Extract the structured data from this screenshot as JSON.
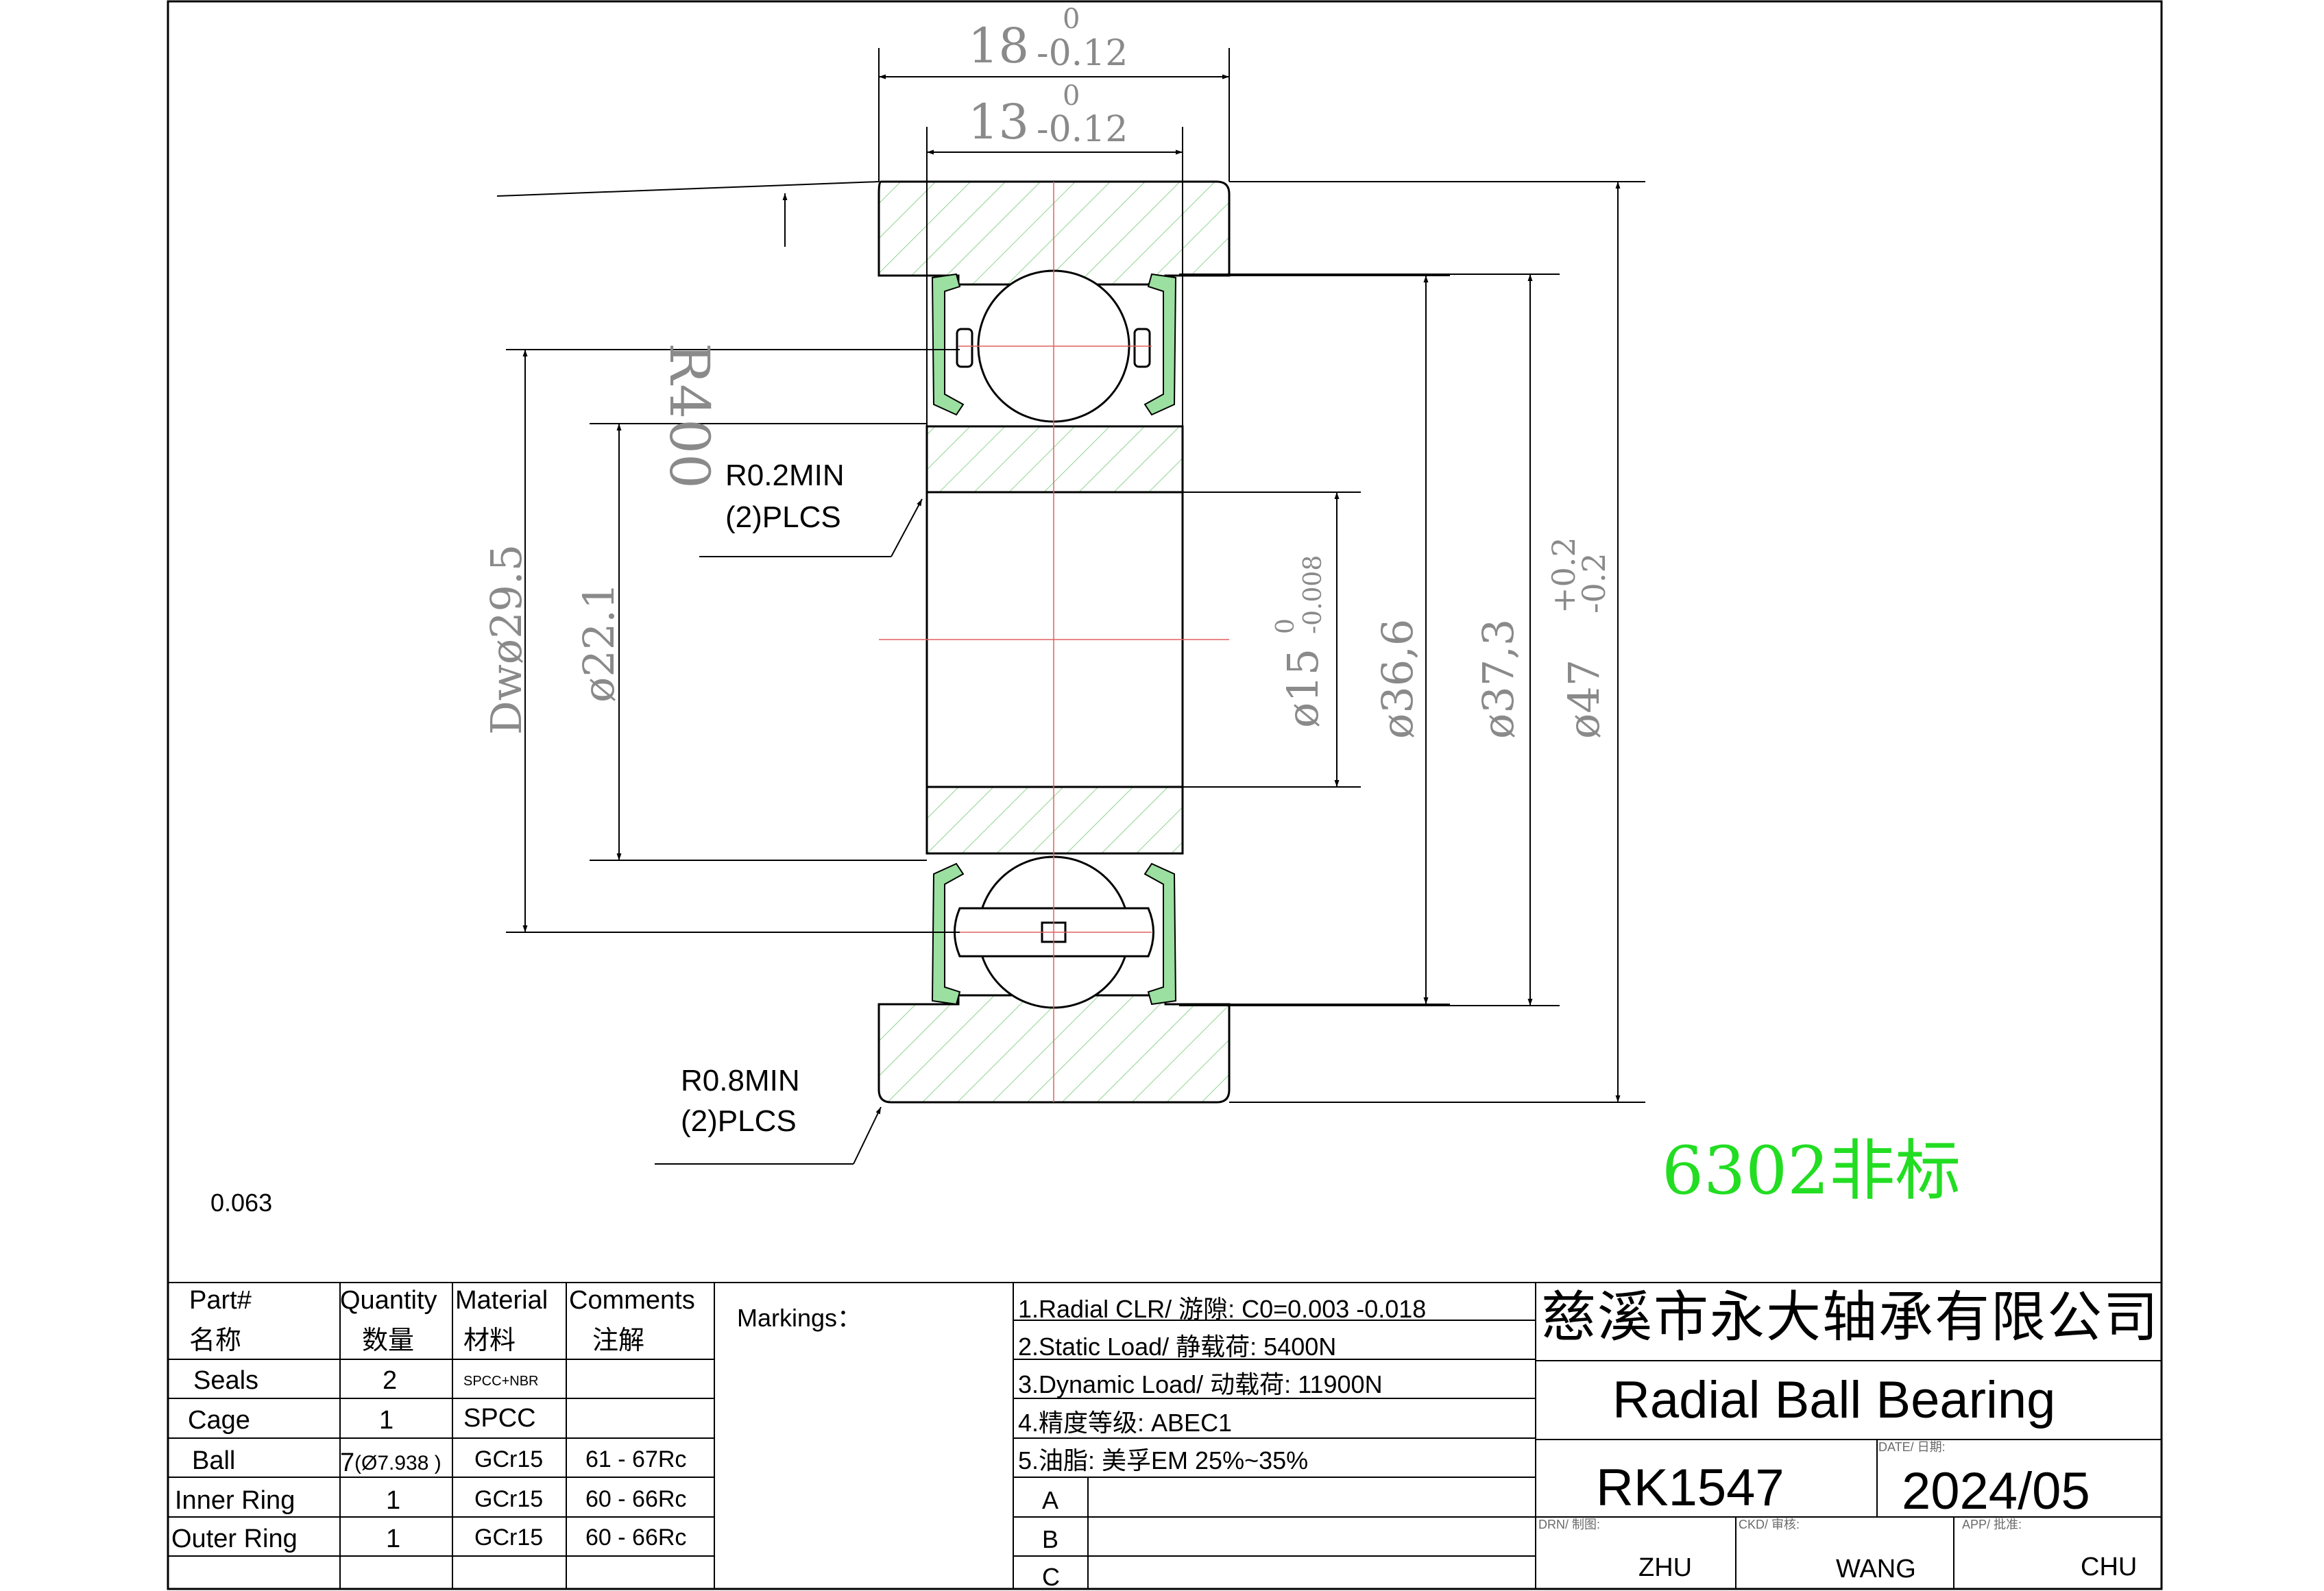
{
  "dims": {
    "width_total": "18",
    "width_total_tol_upper": "0",
    "width_total_tol_lower": "-0.12",
    "width_inner": "13",
    "width_inner_tol_upper": "0",
    "width_inner_tol_lower": "-0.12",
    "radius": "R400",
    "fillet_small": "R0.2MIN",
    "fillet_small_count": "(2)PLCS",
    "fillet_large": "R0.8MIN",
    "fillet_large_count": "(2)PLCS",
    "dw": "Dwø29.5",
    "d_22": "ø22.1",
    "bore": "ø15",
    "bore_tol_upper": "0",
    "bore_tol_lower": "-0.008",
    "d_366": "ø36,6",
    "d_373": "ø37,3",
    "od": "ø47",
    "od_tol_upper": "+0.2",
    "od_tol_lower": "-0.2"
  },
  "note_scale": "0.063",
  "part_label": "6302非标",
  "table": {
    "headers": [
      {
        "en": "Part#",
        "cn": "名称"
      },
      {
        "en": "Quantity",
        "cn": "数量"
      },
      {
        "en": "Material",
        "cn": "材料"
      },
      {
        "en": "Comments",
        "cn": "注解"
      }
    ],
    "rows": [
      {
        "part": "Seals",
        "qty": "2",
        "material": "SPCC+NBR",
        "comment": ""
      },
      {
        "part": "Cage",
        "qty": "1",
        "material": "SPCC",
        "comment": ""
      },
      {
        "part": "Ball",
        "qty": "7",
        "qty_extra": "(Ø7.938 )",
        "material": "GCr15",
        "comment": "61 - 67Rc"
      },
      {
        "part": "Inner  Ring",
        "qty": "1",
        "material": "GCr15",
        "comment": "60 - 66Rc"
      },
      {
        "part": "Outer  Ring",
        "qty": "1",
        "material": "GCr15",
        "comment": "60 - 66Rc"
      }
    ]
  },
  "markings_label": "Markings：",
  "specs": [
    "1.Radial CLR/ 游隙:   C0=0.003 -0.018",
    "2.Static Load/ 静载荷:   5400N",
    "3.Dynamic Load/ 动载荷:   11900N",
    "4.精度等级:   ABEC1",
    "5.油脂:   美孚EM 25%~35%"
  ],
  "revisions": [
    "A",
    "B",
    "C"
  ],
  "title_block": {
    "company": "慈溪市永大轴承有限公司",
    "product": "Radial Ball Bearing",
    "part_no": "RK1547",
    "date_label": "DATE/ 日期:",
    "date": "2024/05",
    "drn_label": "DRN/ 制图:",
    "drn": "ZHU",
    "ckd_label": "CKD/ 审核:",
    "ckd": "WANG",
    "app_label": "APP/ 批准:",
    "app": "CHU"
  },
  "colors": {
    "hatch": "#7ecb7e",
    "centerline": "#e06060",
    "seal": "#9be0a0",
    "part_label": "#22dd22",
    "dim_text": "#8a8a8a"
  }
}
